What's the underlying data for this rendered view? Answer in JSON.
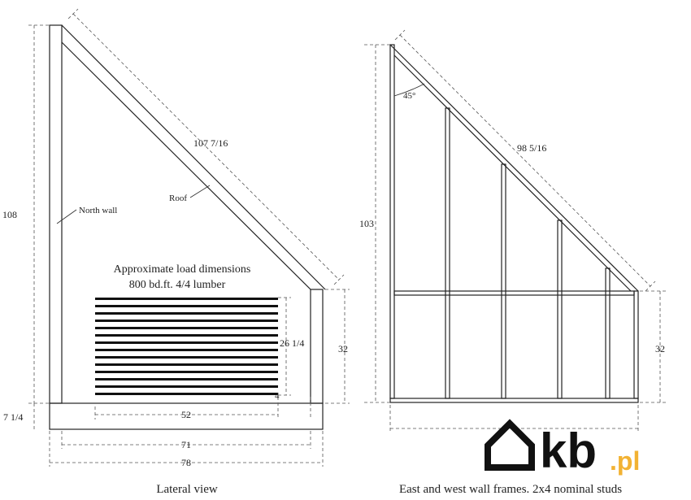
{
  "lateral_view": {
    "caption": "Lateral view",
    "dims": {
      "height": "108",
      "roof": "107 7/16",
      "load_height": "26 1/4",
      "low_wall": "32",
      "base": "7 1/4",
      "load_width": "52",
      "gap": "4",
      "inner_width": "71",
      "outer_width": "78"
    },
    "labels": {
      "north_wall": "North wall",
      "roof": "Roof",
      "load_title_1": "Approximate load dimensions",
      "load_title_2": "800 bd.ft. 4/4 lumber"
    }
  },
  "wall_frames": {
    "caption": "East and west wall frames. 2x4 nominal studs",
    "dims": {
      "height": "103",
      "angle": "45°",
      "slope": "98 5/16",
      "low_wall": "32"
    }
  },
  "logo": {
    "brand": "kb",
    "suffix": ".pl"
  }
}
